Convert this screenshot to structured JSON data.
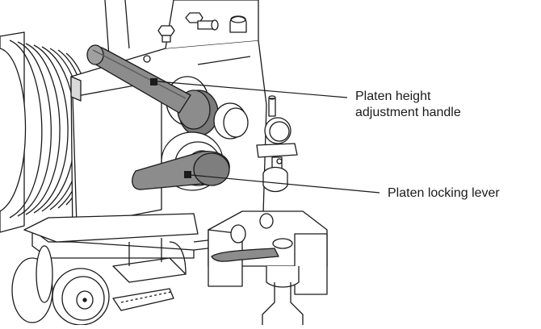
{
  "callouts": {
    "height_handle": {
      "line1": "Platen height",
      "line2": "adjustment handle"
    },
    "locking_lever": {
      "label": "Platen locking lever"
    }
  },
  "colors": {
    "line": "#1a1a1a",
    "metal_light": "#ffffff",
    "metal_shade": "#d9d9d9",
    "handle_grey": "#8c8c8c",
    "handle_dark": "#6e6e6e"
  }
}
